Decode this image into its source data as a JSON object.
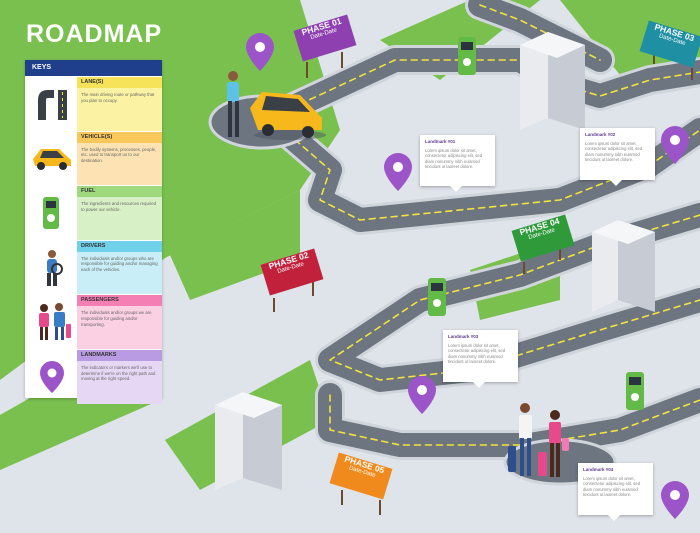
{
  "title": "ROADMAP",
  "keys": {
    "header": "KEYS",
    "items": [
      {
        "label": "LANE(S)",
        "desc": "The main driving route or pathway that you plan to occupy.",
        "color": "#fbf3a3",
        "band": "#f7e35a"
      },
      {
        "label": "VEHICLE(S)",
        "desc": "The bodily systems, processes, people, etc. used to transport us to our destination.",
        "color": "#fde3b3",
        "band": "#f9c85a"
      },
      {
        "label": "FUEL",
        "desc": "The ingredients and resources required to power our vehicle.",
        "color": "#d8f0c6",
        "band": "#9ed97e"
      },
      {
        "label": "DRIVERS",
        "desc": "The individuals and/or groups who are responsible for guiding and/or managing each of the vehicles.",
        "color": "#c9eef7",
        "band": "#6fd2ea"
      },
      {
        "label": "PASSENGERS",
        "desc": "The individuals and/or groups we are responsible for guiding and/or transporting.",
        "color": "#fbd0e3",
        "band": "#f37fb4"
      },
      {
        "label": "LANDMARKS",
        "desc": "The indicators or markers we'll use to determine if we're on the right path and moving at the right speed.",
        "color": "#e6d8f5",
        "band": "#b99be3"
      }
    ]
  },
  "phases": [
    {
      "name": "PHASE 01",
      "date": "Date-Date",
      "color": "#8e3fb0"
    },
    {
      "name": "PHASE 02",
      "date": "Date-Date",
      "color": "#c2213c"
    },
    {
      "name": "PHASE 03",
      "date": "Date-Date",
      "color": "#1f8fa3"
    },
    {
      "name": "PHASE 04",
      "date": "Date-Date",
      "color": "#2f9a3a"
    },
    {
      "name": "PHASE 05",
      "date": "Date-Date",
      "color": "#f08a1c"
    }
  ],
  "landmarks": [
    {
      "title": "Landmark #01",
      "body": "Lorem ipsum dolor sit amet, consectetur adipiscing elit, sed diam nonummy nibh euismod tincidunt ut laoreet dolore."
    },
    {
      "title": "Landmark #02",
      "body": "Lorem ipsum dolor sit amet, consectetur adipiscing elit, sed diam nonummy nibh euismod tincidunt ut laoreet dolore."
    },
    {
      "title": "Landmark #03",
      "body": "Lorem ipsum dolor sit amet, consectetur adipiscing elit, sed diam nonummy nibh euismod tincidunt ut laoreet dolore."
    },
    {
      "title": "Landmark #04",
      "body": "Lorem ipsum dolor sit amet, consectetur adipiscing elit, sed diam nonummy nibh euismod tincidunt ut laoreet dolore."
    }
  ],
  "colors": {
    "grass": "#7ac04f",
    "road": "#6d7580",
    "roadEdge": "#d9dde3",
    "dash": "#f2e43c",
    "pin": "#9b55c9",
    "pump": "#62bb46"
  }
}
